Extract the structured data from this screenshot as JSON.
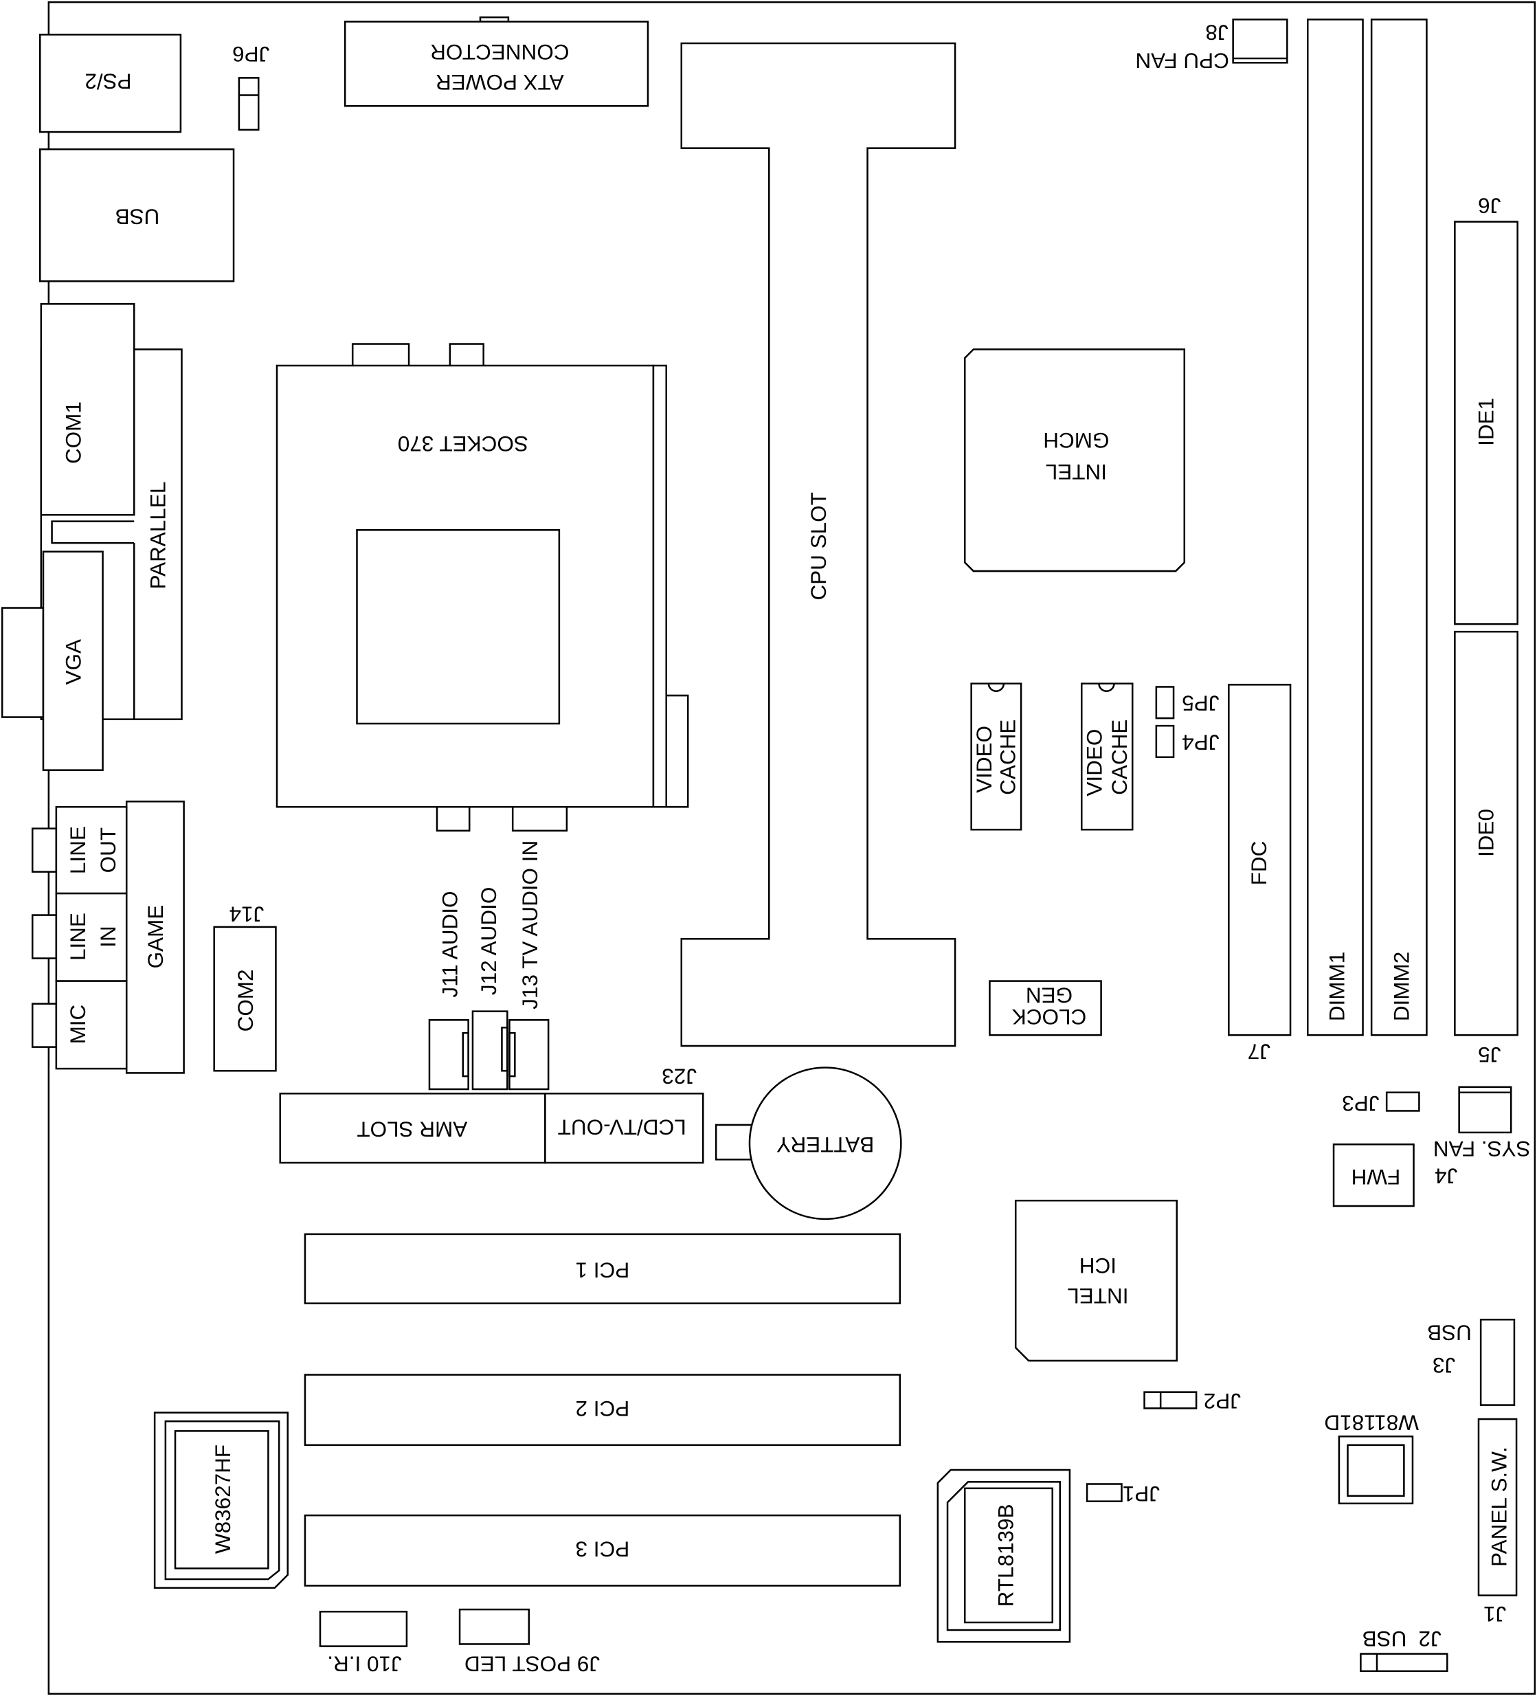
{
  "labels": {
    "ps2": "PS/2",
    "jp6": "JP6",
    "atx_line1": "ATX POWER",
    "atx_line2": "CONNECTOR",
    "usb_rear": "USB",
    "cpu_slot": "CPU SLOT",
    "j8": "J8",
    "cpu_fan": "CPU FAN",
    "dimm1": "DIMM1",
    "dimm2": "DIMM2",
    "j6": "J6",
    "ide1": "IDE1",
    "ide0": "IDE0",
    "j5": "J5",
    "com1": "COM1",
    "parallel": "PARALLEL",
    "vga": "VGA",
    "socket": "SOCKET 370",
    "gmch_line1": "INTEL",
    "gmch_line2": "GMCH",
    "video_cache_line1": "VIDEO",
    "video_cache_line2": "CACHE",
    "jp5": "JP5",
    "jp4": "JP4",
    "fdc": "FDC",
    "j7": "J7",
    "clock_line1": "CLOCK",
    "clock_line2": "GEN",
    "line_out_1": "LINE",
    "line_out_2": "OUT",
    "line_in_1": "LINE",
    "line_in_2": "IN",
    "mic": "MIC",
    "game": "GAME",
    "com2": "COM2",
    "j14": "J14",
    "j11": "J11 AUDIO",
    "j12": "J12 AUDIO",
    "j13": "J13 TV AUDIO IN",
    "amr": "AMR SLOT",
    "lcd": "LCD/TV-OUT",
    "j23": "J23",
    "battery": "BATTERY",
    "jp3": "JP3",
    "sys_fan": "SYS. FAN",
    "j4": "J4",
    "fwh": "FWH",
    "ich_line1": "INTEL",
    "ich_line2": "ICH",
    "pci1": "PCI 1",
    "pci2": "PCI 2",
    "pci3": "PCI 3",
    "j3": "J3",
    "usb_j3": "USB",
    "jp2": "JP2",
    "w81181d": "W81181D",
    "panel": "PANEL S.W.",
    "j1": "J1",
    "jp1": "JP1",
    "rtl": "RTL8139B",
    "w83627": "W83627HF",
    "j10": "J10 I.R.",
    "j9": "J9 POST LED",
    "j2": "J2",
    "usb_j2": "USB"
  }
}
